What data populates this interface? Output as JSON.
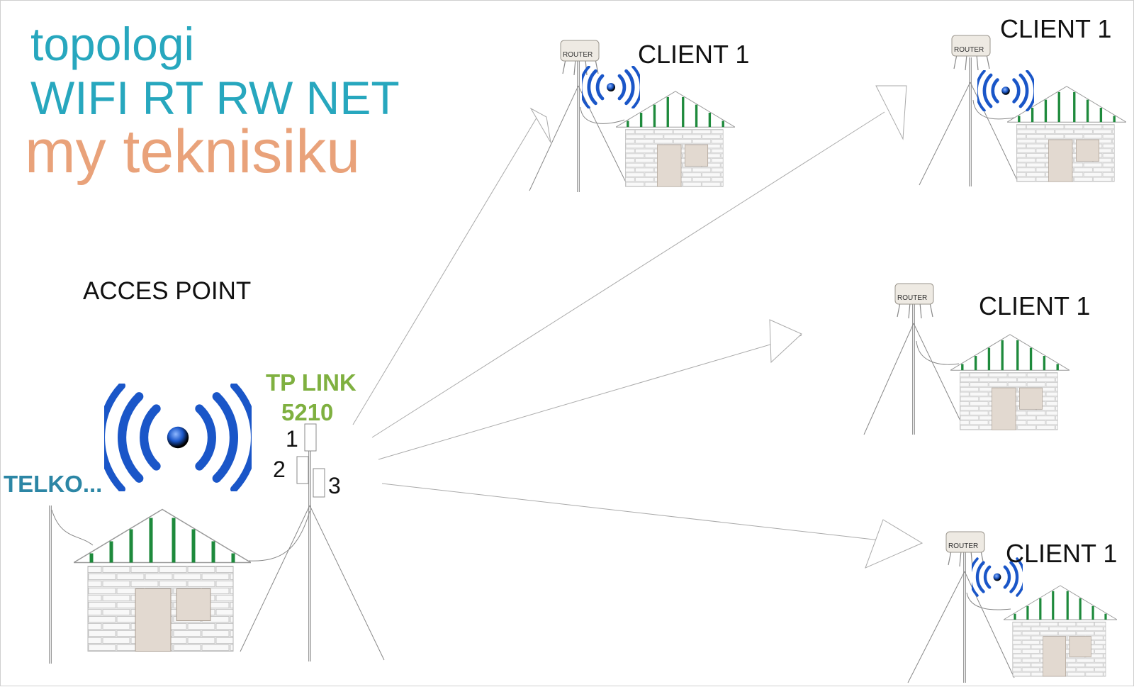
{
  "title": {
    "line1": "topologi",
    "line2": "WIFI RT RW NET",
    "line3": "my teknisiku"
  },
  "access_point": {
    "label": "ACCES POINT",
    "device_line1": "TP LINK",
    "device_line2": "5210",
    "antenna_numbers": [
      "1",
      "2",
      "3"
    ],
    "isp_label": "TELKO..."
  },
  "clients": [
    {
      "label": "CLIENT 1",
      "router_label": "ROUTER"
    },
    {
      "label": "CLIENT 1",
      "router_label": "ROUTER"
    },
    {
      "label": "CLIENT 1",
      "router_label": "ROUTER"
    },
    {
      "label": "CLIENT 1",
      "router_label": "ROUTER"
    }
  ],
  "colors": {
    "title_blue": "#27a7be",
    "title_orange": "#e9a27a",
    "device_green": "#7fb040",
    "isp_blue": "#2c86a5",
    "roof_stripe": "#1e8a3c",
    "wifi_blue": "#1a56c8"
  },
  "icons": [
    "wifi-signal-icon",
    "house-icon",
    "antenna-mast-icon",
    "router-icon",
    "beam-arrow-icon"
  ]
}
